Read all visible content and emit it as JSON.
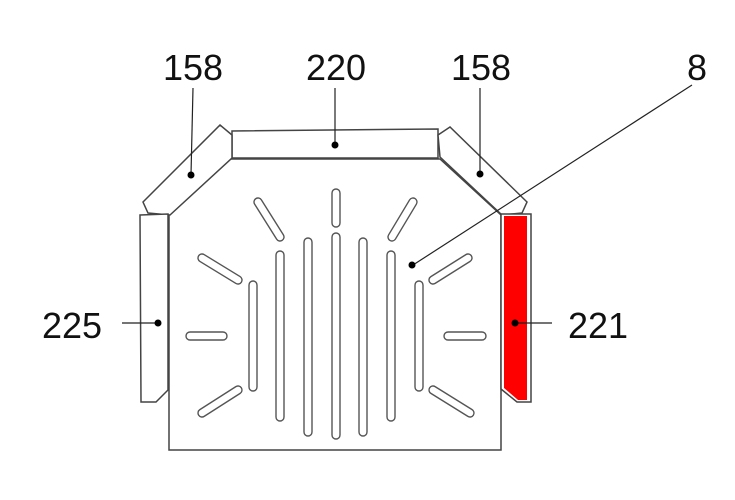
{
  "labels": {
    "left_corner": "158",
    "top_bar": "220",
    "right_corner": "158",
    "grate_plate": "8",
    "left_side": "225",
    "right_side": "221"
  },
  "colors": {
    "highlight": "#ff0000",
    "outline": "#444444"
  },
  "highlighted_part": "221"
}
